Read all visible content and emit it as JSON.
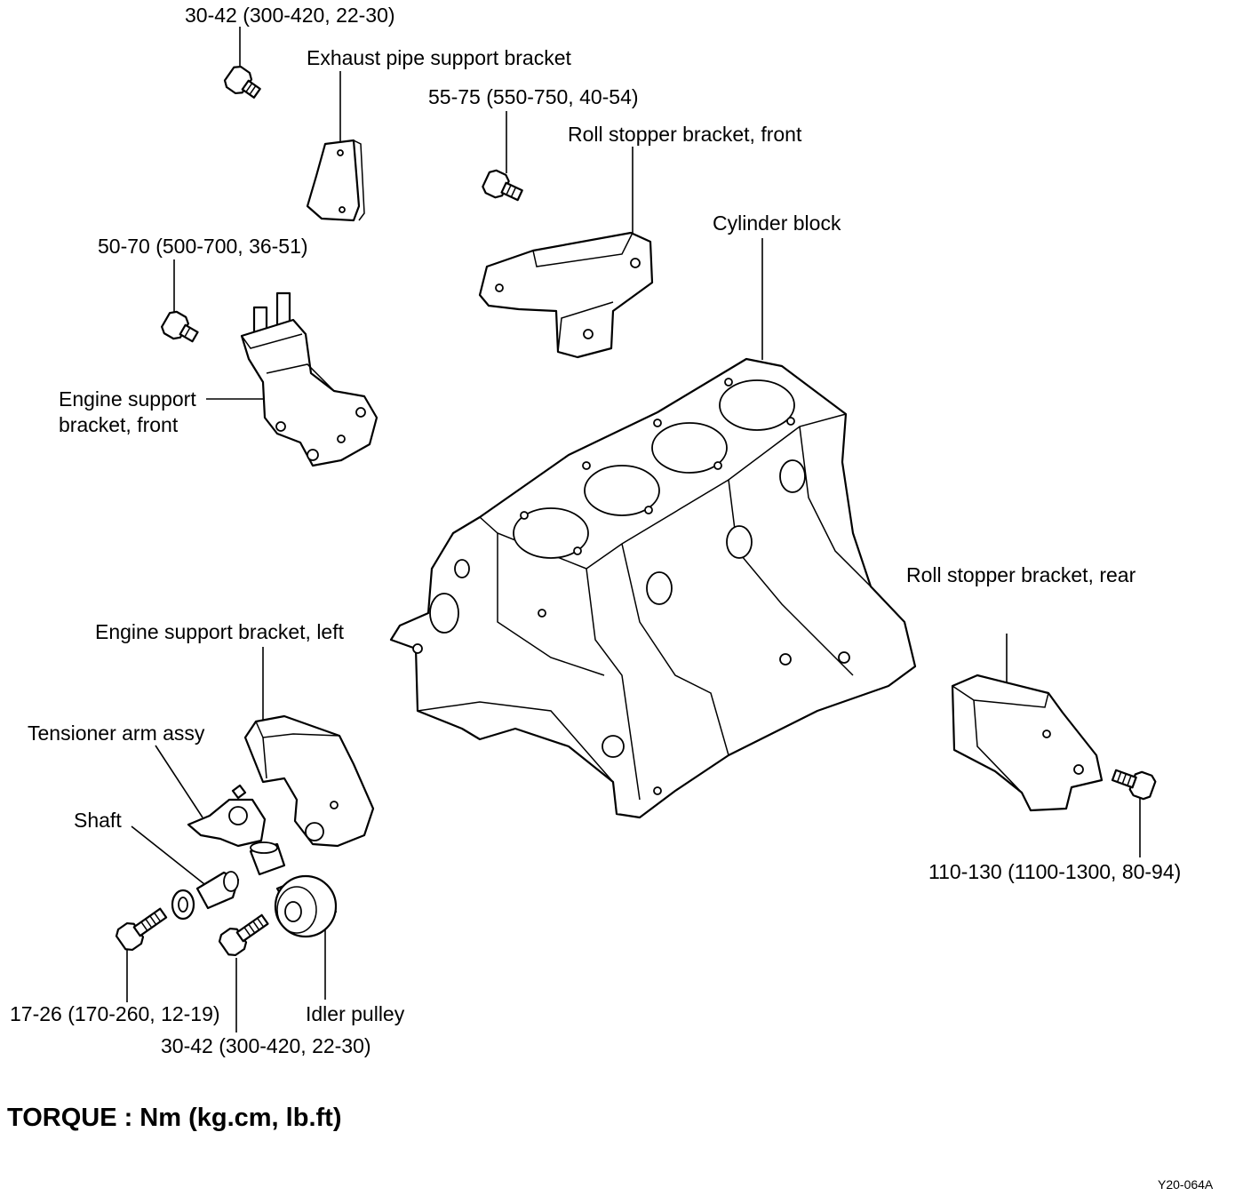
{
  "labels": {
    "torque_top_left": "30-42 (300-420, 22-30)",
    "exhaust_bracket": "Exhaust pipe support bracket",
    "torque_roll_front": "55-75 (550-750, 40-54)",
    "roll_stopper_front": "Roll stopper bracket, front",
    "cylinder_block": "Cylinder block",
    "torque_engine_front": "50-70 (500-700, 36-51)",
    "engine_support_front_line1": "Engine support",
    "engine_support_front_line2": "bracket, front",
    "roll_stopper_rear": "Roll stopper bracket, rear",
    "engine_support_left": "Engine support bracket, left",
    "tensioner_arm": "Tensioner arm assy",
    "shaft": "Shaft",
    "torque_roll_rear": "110-130 (1100-1300, 80-94)",
    "torque_shaft_bolt": "17-26 (170-260, 12-19)",
    "idler_pulley": "Idler pulley",
    "torque_pulley_bolt": "30-42 (300-420, 22-30)"
  },
  "legend": {
    "torque_units": "TORQUE : Nm (kg.cm, lb.ft)"
  },
  "figure_code": "Y20-064A"
}
